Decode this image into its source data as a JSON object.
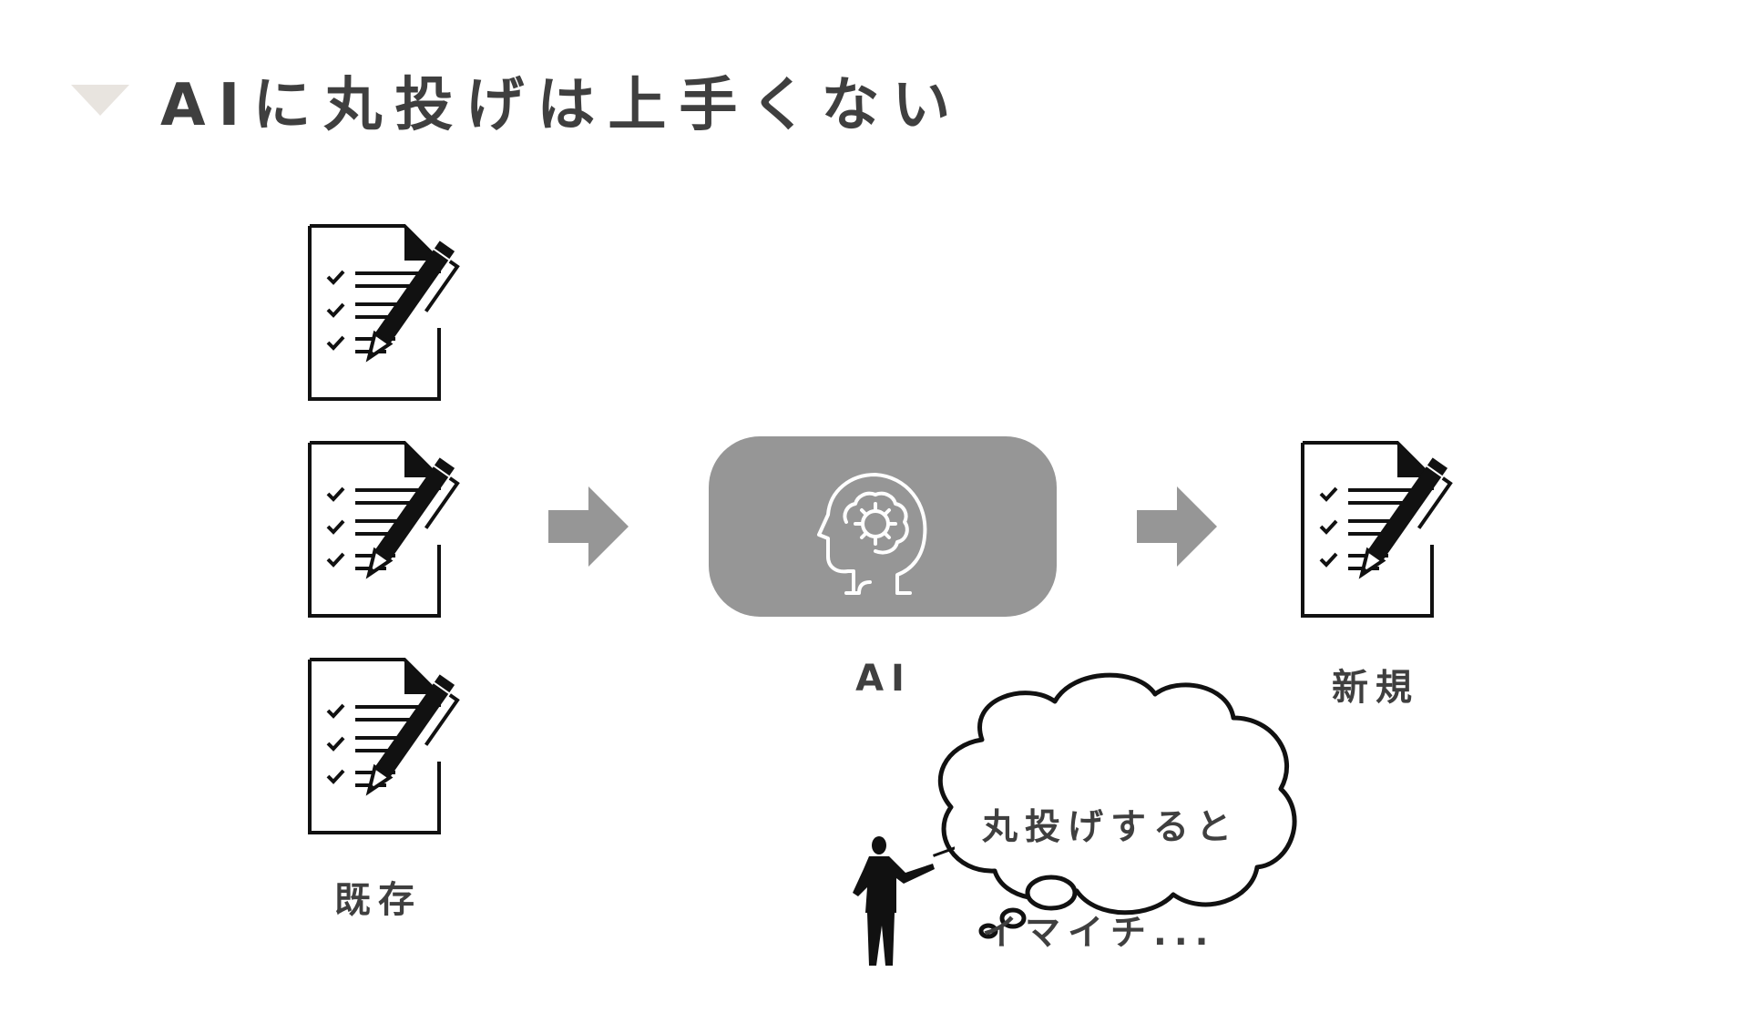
{
  "title": "AIに丸投げは上手くない",
  "labels": {
    "existing": "既存",
    "ai": "AI",
    "new": "新規"
  },
  "bubble": {
    "line1": "丸投げすると",
    "line2": "イマイチ..."
  },
  "colors": {
    "box": "#969696",
    "arrow": "#969696",
    "marker": "#e8e4df",
    "text": "#3f3f3f"
  },
  "icons": {
    "document": "document-with-pencil-icon",
    "ai": "brain-head-gear-icon",
    "presenter": "presenter-silhouette-icon",
    "bubble": "thought-cloud-icon"
  }
}
